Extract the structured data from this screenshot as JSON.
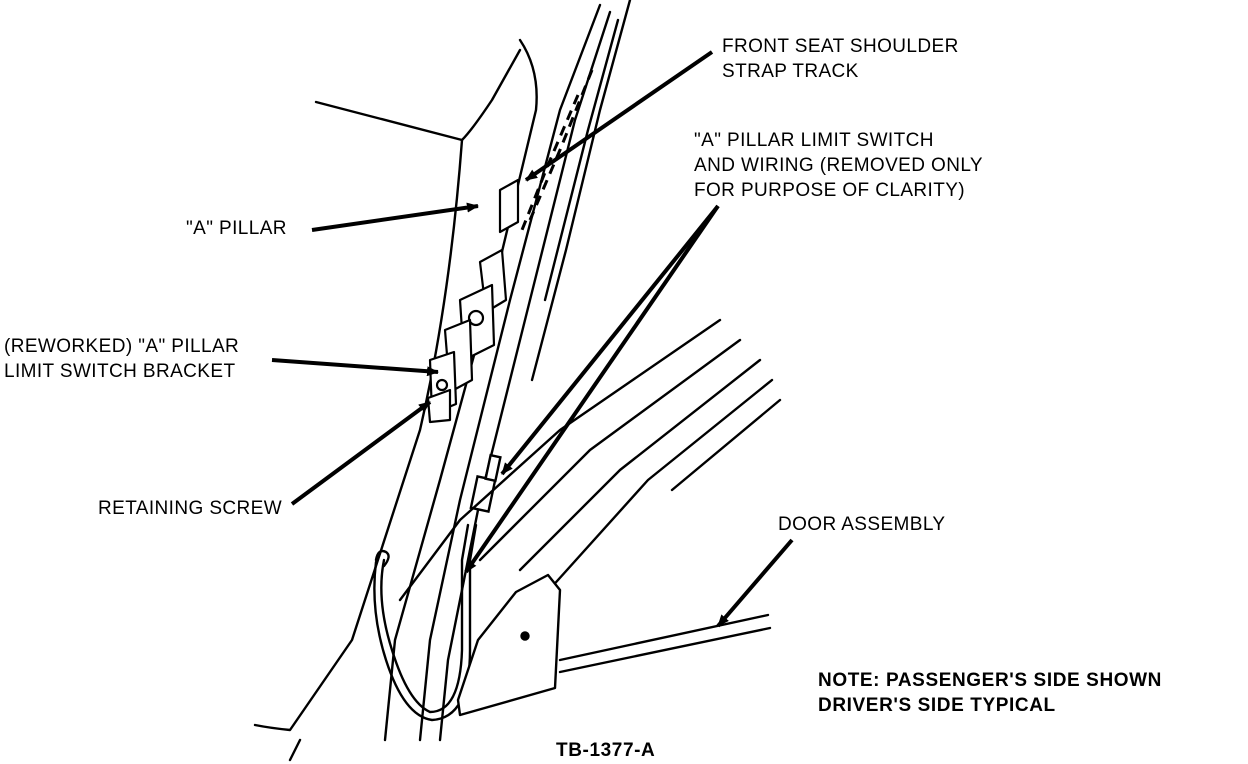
{
  "labels": {
    "shoulder_strap_track": [
      "FRONT SEAT SHOULDER",
      "STRAP TRACK"
    ],
    "limit_switch_wiring": [
      "\"A\" PILLAR LIMIT SWITCH",
      "AND WIRING (REMOVED ONLY",
      "FOR PURPOSE OF CLARITY)"
    ],
    "a_pillar": "\"A\" PILLAR",
    "reworked_bracket": [
      "(REWORKED) \"A\" PILLAR",
      "LIMIT SWITCH BRACKET"
    ],
    "retaining_screw": "RETAINING SCREW",
    "door_assembly": "DOOR ASSEMBLY",
    "note": [
      "NOTE: PASSENGER'S SIDE SHOWN",
      "DRIVER'S SIDE TYPICAL"
    ],
    "figure_id": "TB-1377-A"
  },
  "colors": {
    "ink": "#000000",
    "paper": "#ffffff"
  }
}
